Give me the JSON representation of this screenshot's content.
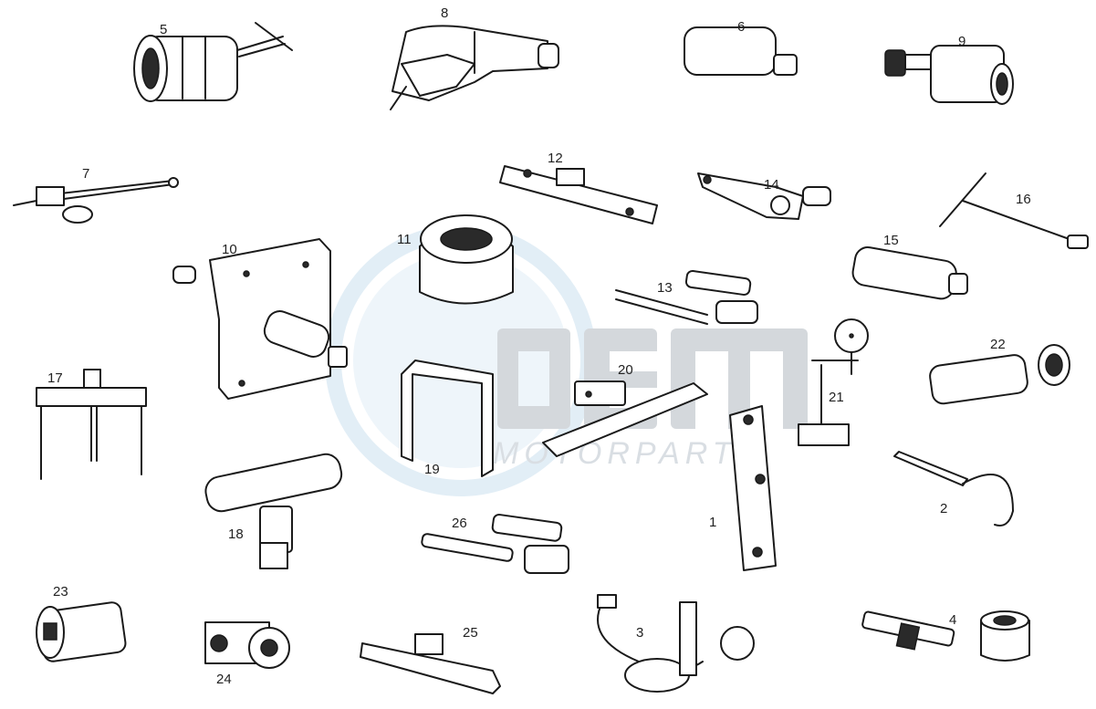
{
  "watermark": {
    "text": "MOTORPARTS",
    "logo_letters": "OEM"
  },
  "parts": [
    {
      "n": "1"
    },
    {
      "n": "2"
    },
    {
      "n": "3"
    },
    {
      "n": "4"
    },
    {
      "n": "5"
    },
    {
      "n": "6"
    },
    {
      "n": "7"
    },
    {
      "n": "8"
    },
    {
      "n": "9"
    },
    {
      "n": "10"
    },
    {
      "n": "11"
    },
    {
      "n": "12"
    },
    {
      "n": "13"
    },
    {
      "n": "14"
    },
    {
      "n": "15"
    },
    {
      "n": "16"
    },
    {
      "n": "17"
    },
    {
      "n": "18"
    },
    {
      "n": "19"
    },
    {
      "n": "20"
    },
    {
      "n": "21"
    },
    {
      "n": "22"
    },
    {
      "n": "23"
    },
    {
      "n": "24"
    },
    {
      "n": "25"
    },
    {
      "n": "26"
    }
  ]
}
